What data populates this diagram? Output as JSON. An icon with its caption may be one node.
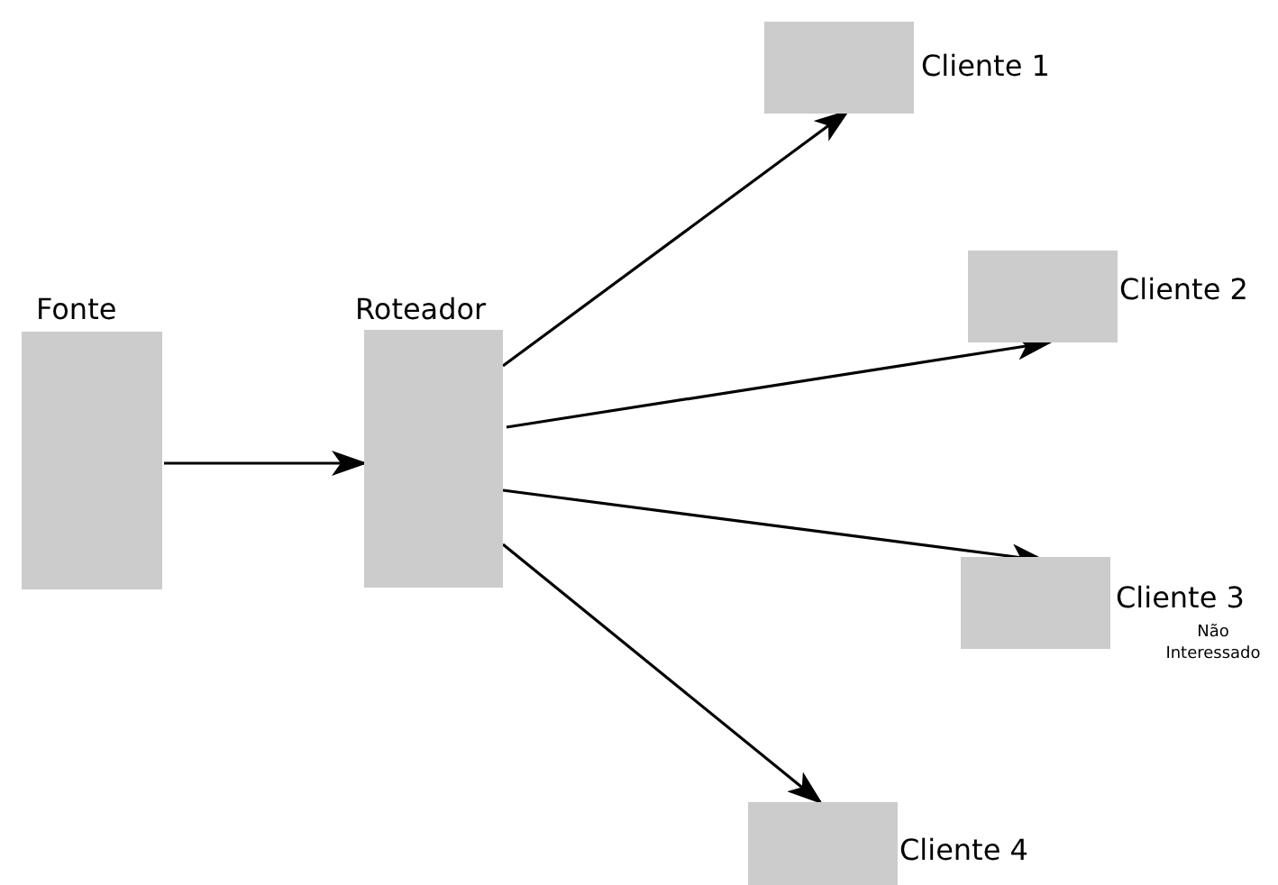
{
  "diagram": {
    "nodes": [
      {
        "text": [
          "Fonte"
        ]
      },
      {
        "text": [
          "Roteador"
        ]
      },
      {
        "text": [
          "Cliente 1"
        ]
      },
      {
        "text": [
          "Cliente 2"
        ]
      },
      {
        "text": [
          "Cliente 3"
        ],
        "beside": [
          "Não Interessado"
        ]
      },
      {
        "text": [
          "Cliente 4"
        ]
      }
    ],
    "edges": [
      {
        "from": 0,
        "to": 1,
        "arrow": "to"
      },
      {
        "from": 1,
        "to": 2,
        "arrow": "to"
      },
      {
        "from": 1,
        "to": 3,
        "arrow": "to"
      },
      {
        "from": 1,
        "to": 4,
        "arrow": "to"
      },
      {
        "from": 1,
        "to": 5,
        "arrow": "to"
      }
    ]
  }
}
